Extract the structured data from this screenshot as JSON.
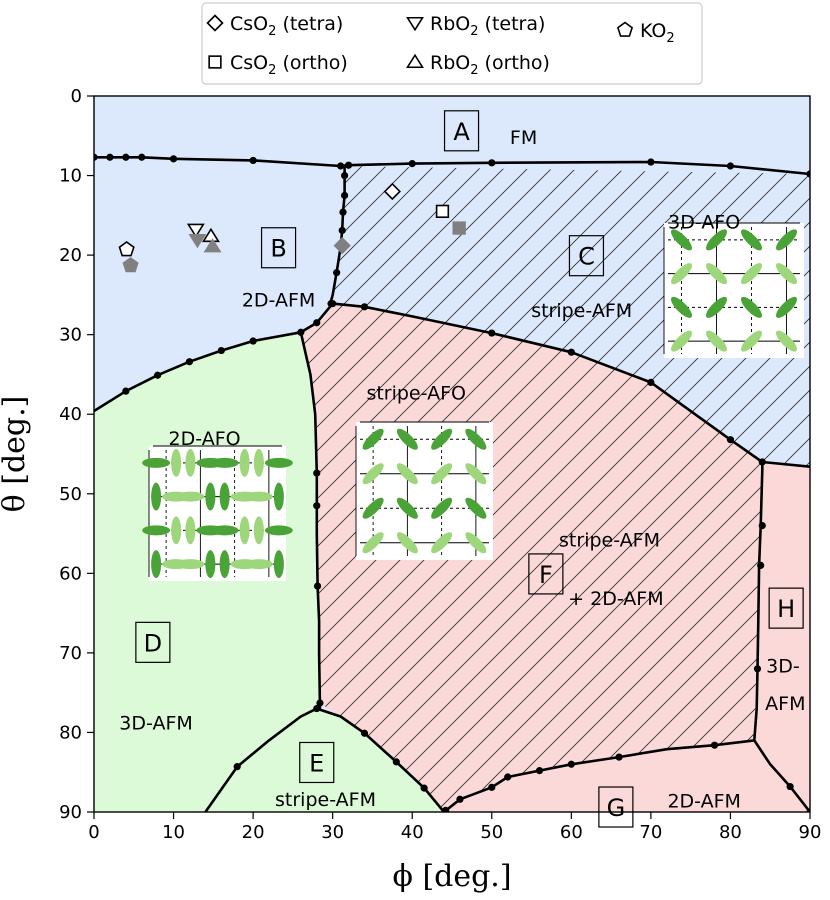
{
  "chart_data": {
    "type": "scatter",
    "subtype": "phase-diagram",
    "xlabel": "ϕ [deg.]",
    "ylabel": "θ [deg.]",
    "xlim": [
      0,
      90
    ],
    "ylim": [
      0,
      90
    ],
    "y_inverted": true,
    "xticks": [
      0,
      10,
      20,
      30,
      40,
      50,
      60,
      70,
      80,
      90
    ],
    "yticks": [
      0,
      10,
      20,
      30,
      40,
      50,
      60,
      70,
      80,
      90
    ],
    "grid": false,
    "legend_position": "top",
    "colors": {
      "fm_blue": "#dce8fb",
      "afo_green": "#dcfad8",
      "afo_red": "#fbd9d9",
      "hatch": "#333333",
      "boundary": "#000000",
      "marker_gray": "#808080",
      "label_green": "#1a9a1a",
      "label_red": "#ff0000",
      "label_blue": "#0000dd",
      "orbital_dark": "#4aa336",
      "orbital_light": "#9ed67c"
    },
    "legend": [
      {
        "label": "CsO",
        "sub": "2",
        "suffix": " (tetra)",
        "marker": "diamond"
      },
      {
        "label": "RbO",
        "sub": "2",
        "suffix": " (tetra)",
        "marker": "triangle-down"
      },
      {
        "label": "KO",
        "sub": "2",
        "suffix": "",
        "marker": "pentagon"
      },
      {
        "label": "CsO",
        "sub": "2",
        "suffix": " (ortho)",
        "marker": "square"
      },
      {
        "label": "RbO",
        "sub": "2",
        "suffix": " (ortho)",
        "marker": "triangle-up"
      }
    ],
    "region_letters": [
      {
        "letter": "A",
        "x": 46.2,
        "y": 4.5
      },
      {
        "letter": "B",
        "x": 23.2,
        "y": 19.2
      },
      {
        "letter": "C",
        "x": 61.9,
        "y": 20.2
      },
      {
        "letter": "D",
        "x": 7.4,
        "y": 68.8
      },
      {
        "letter": "E",
        "x": 28.0,
        "y": 83.9
      },
      {
        "letter": "F",
        "x": 56.8,
        "y": 60.2
      },
      {
        "letter": "G",
        "x": 65.6,
        "y": 89.5
      },
      {
        "letter": "H",
        "x": 87.0,
        "y": 64.5
      }
    ],
    "phase_labels": [
      {
        "text": "FM",
        "x": 54.0,
        "y": 5.3,
        "color": "#000000"
      },
      {
        "text": "2D-AFM",
        "x": 23.2,
        "y": 25.7,
        "color": "#000000"
      },
      {
        "text": "stripe-AFM",
        "x": 61.3,
        "y": 27.0,
        "color": "#000000"
      },
      {
        "text": "3D-AFO",
        "x": 76.7,
        "y": 15.9,
        "color": "#0000dd"
      },
      {
        "text": "2D-AFO",
        "x": 13.9,
        "y": 43.1,
        "color": "#1a9a1a"
      },
      {
        "text": "stripe-AFO",
        "x": 40.5,
        "y": 37.4,
        "color": "#ff0000"
      },
      {
        "text": "stripe-AFM",
        "x": 64.8,
        "y": 55.9,
        "color": "#000000"
      },
      {
        "text": "+ 2D-AFM",
        "x": 65.6,
        "y": 63.2,
        "color": "#000000"
      },
      {
        "text": "3D-",
        "x": 86.6,
        "y": 71.7,
        "color": "#000000"
      },
      {
        "text": "AFM",
        "x": 86.9,
        "y": 76.4,
        "color": "#000000"
      },
      {
        "text": "3D-AFM",
        "x": 7.8,
        "y": 78.9,
        "color": "#000000"
      },
      {
        "text": "stripe-AFM",
        "x": 29.1,
        "y": 88.5,
        "color": "#000000"
      },
      {
        "text": "2D-AFM",
        "x": 76.7,
        "y": 88.7,
        "color": "#000000"
      }
    ],
    "boundaries": [
      {
        "name": "fm-upper",
        "points": [
          [
            0,
            7.7
          ],
          [
            2,
            7.7
          ],
          [
            4,
            7.7
          ],
          [
            6,
            7.7
          ],
          [
            10,
            7.9
          ],
          [
            20,
            8.1
          ],
          [
            31,
            8.8
          ],
          [
            32,
            8.7
          ],
          [
            40,
            8.5
          ],
          [
            50,
            8.4
          ],
          [
            70,
            8.3
          ],
          [
            80,
            8.8
          ],
          [
            90,
            9.8
          ]
        ]
      },
      {
        "name": "b-c-boundary",
        "points": [
          [
            31.5,
            8.8
          ],
          [
            31.5,
            10.0
          ],
          [
            31.5,
            12.5
          ],
          [
            31.3,
            14.6
          ],
          [
            31.2,
            16.9
          ],
          [
            31.0,
            19.0
          ],
          [
            30.5,
            22.2
          ],
          [
            30.0,
            25.0
          ],
          [
            29.7,
            26.1
          ]
        ]
      },
      {
        "name": "afo-top",
        "points": [
          [
            0,
            39.6
          ],
          [
            4,
            37.1
          ],
          [
            8,
            35.1
          ],
          [
            12,
            33.4
          ],
          [
            16,
            32.0
          ],
          [
            20,
            30.8
          ],
          [
            26,
            29.7
          ]
        ]
      },
      {
        "name": "afo-upper-right",
        "points": [
          [
            26,
            29.7
          ],
          [
            28,
            28.5
          ],
          [
            30,
            26.1
          ],
          [
            34,
            26.5
          ],
          [
            40,
            27.7
          ],
          [
            50,
            29.8
          ],
          [
            60,
            32.2
          ],
          [
            70,
            36.0
          ],
          [
            80,
            43.2
          ],
          [
            84,
            46.0
          ],
          [
            90,
            46.6
          ]
        ]
      },
      {
        "name": "green-red-boundary",
        "points": [
          [
            26,
            29.7
          ],
          [
            27.2,
            35.0
          ],
          [
            27.8,
            40.0
          ],
          [
            28.0,
            47.4
          ],
          [
            28.0,
            51.5
          ],
          [
            28.0,
            55.0
          ],
          [
            28.1,
            61.6
          ],
          [
            28.3,
            66.0
          ],
          [
            28.3,
            70.0
          ],
          [
            28.4,
            76.3
          ],
          [
            28.4,
            77.0
          ]
        ]
      },
      {
        "name": "e-region",
        "points": [
          [
            14,
            90.0
          ],
          [
            18,
            84.3
          ],
          [
            22,
            81.0
          ],
          [
            26,
            78.0
          ],
          [
            28,
            77.0
          ],
          [
            31,
            78.0
          ],
          [
            34,
            80.1
          ],
          [
            38,
            83.7
          ],
          [
            41.5,
            87.0
          ],
          [
            44,
            90.0
          ]
        ]
      },
      {
        "name": "g-region",
        "points": [
          [
            44,
            90.0
          ],
          [
            46,
            88.4
          ],
          [
            50,
            86.9
          ],
          [
            52,
            85.6
          ],
          [
            56,
            84.8
          ],
          [
            60,
            84.0
          ],
          [
            66,
            83.1
          ],
          [
            72,
            82.1
          ],
          [
            78,
            81.6
          ],
          [
            83,
            81.0
          ]
        ]
      },
      {
        "name": "h-left",
        "points": [
          [
            83,
            81.0
          ],
          [
            83.3,
            77.0
          ],
          [
            83.4,
            72.0
          ],
          [
            83.5,
            66.0
          ],
          [
            83.6,
            59.0
          ],
          [
            83.8,
            54.0
          ],
          [
            84.0,
            47.0
          ],
          [
            84.0,
            46.0
          ]
        ]
      },
      {
        "name": "h-bottom",
        "points": [
          [
            83,
            81.0
          ],
          [
            85,
            84.0
          ],
          [
            87.5,
            86.8
          ],
          [
            90,
            90.0
          ]
        ]
      }
    ],
    "boundary_points": [
      [
        0,
        7.7
      ],
      [
        2,
        7.7
      ],
      [
        4,
        7.7
      ],
      [
        6,
        7.7
      ],
      [
        10,
        7.9
      ],
      [
        20,
        8.1
      ],
      [
        31,
        8.8
      ],
      [
        32,
        8.7
      ],
      [
        40,
        8.5
      ],
      [
        50,
        8.4
      ],
      [
        70,
        8.3
      ],
      [
        80,
        8.8
      ],
      [
        90,
        9.8
      ],
      [
        31.5,
        10.0
      ],
      [
        31.5,
        12.5
      ],
      [
        31.3,
        14.6
      ],
      [
        31.2,
        16.9
      ],
      [
        31.0,
        19.0
      ],
      [
        30.5,
        22.2
      ],
      [
        29.8,
        26.1
      ],
      [
        4,
        37.1
      ],
      [
        8,
        35.1
      ],
      [
        12,
        33.4
      ],
      [
        16,
        32.0
      ],
      [
        20,
        30.8
      ],
      [
        26,
        29.7
      ],
      [
        28,
        28.5
      ],
      [
        30,
        26.1
      ],
      [
        34,
        26.5
      ],
      [
        50,
        29.8
      ],
      [
        60,
        32.2
      ],
      [
        70,
        36.0
      ],
      [
        80,
        43.2
      ],
      [
        84,
        46.0
      ],
      [
        28.0,
        47.4
      ],
      [
        28.0,
        51.5
      ],
      [
        28.1,
        61.6
      ],
      [
        28.4,
        76.3
      ],
      [
        18,
        84.3
      ],
      [
        28,
        77.0
      ],
      [
        34,
        80.1
      ],
      [
        38,
        83.7
      ],
      [
        41.5,
        87.0
      ],
      [
        44.2,
        89.8
      ],
      [
        46,
        88.4
      ],
      [
        50,
        86.9
      ],
      [
        52,
        85.6
      ],
      [
        56,
        84.8
      ],
      [
        60,
        84.0
      ],
      [
        66,
        83.1
      ],
      [
        78,
        81.6
      ],
      [
        84.0,
        54.0
      ],
      [
        83.8,
        59.0
      ],
      [
        83.4,
        72.0
      ],
      [
        87.5,
        86.8
      ],
      [
        90,
        90.0
      ]
    ],
    "materials": [
      {
        "name": "CsO2 (tetra)",
        "marker": "diamond",
        "fill": "open",
        "x": 37.5,
        "y": 12.0
      },
      {
        "name": "CsO2 (tetra)",
        "marker": "diamond",
        "fill": "filled",
        "x": 31.2,
        "y": 18.8
      },
      {
        "name": "CsO2 (ortho)",
        "marker": "square",
        "fill": "open",
        "x": 43.8,
        "y": 14.5
      },
      {
        "name": "CsO2 (ortho)",
        "marker": "square",
        "fill": "filled",
        "x": 45.9,
        "y": 16.6
      },
      {
        "name": "RbO2 (tetra)",
        "marker": "triangle-down",
        "fill": "open",
        "x": 12.8,
        "y": 16.8
      },
      {
        "name": "RbO2 (tetra)",
        "marker": "triangle-down",
        "fill": "filled",
        "x": 13.0,
        "y": 18.1
      },
      {
        "name": "RbO2 (ortho)",
        "marker": "triangle-up",
        "fill": "open",
        "x": 14.7,
        "y": 17.6
      },
      {
        "name": "RbO2 (ortho)",
        "marker": "triangle-up",
        "fill": "filled",
        "x": 14.9,
        "y": 18.9
      },
      {
        "name": "KO2",
        "marker": "pentagon",
        "fill": "open",
        "x": 4.1,
        "y": 19.3
      },
      {
        "name": "KO2",
        "marker": "pentagon",
        "fill": "filled",
        "x": 4.6,
        "y": 21.3
      }
    ]
  }
}
